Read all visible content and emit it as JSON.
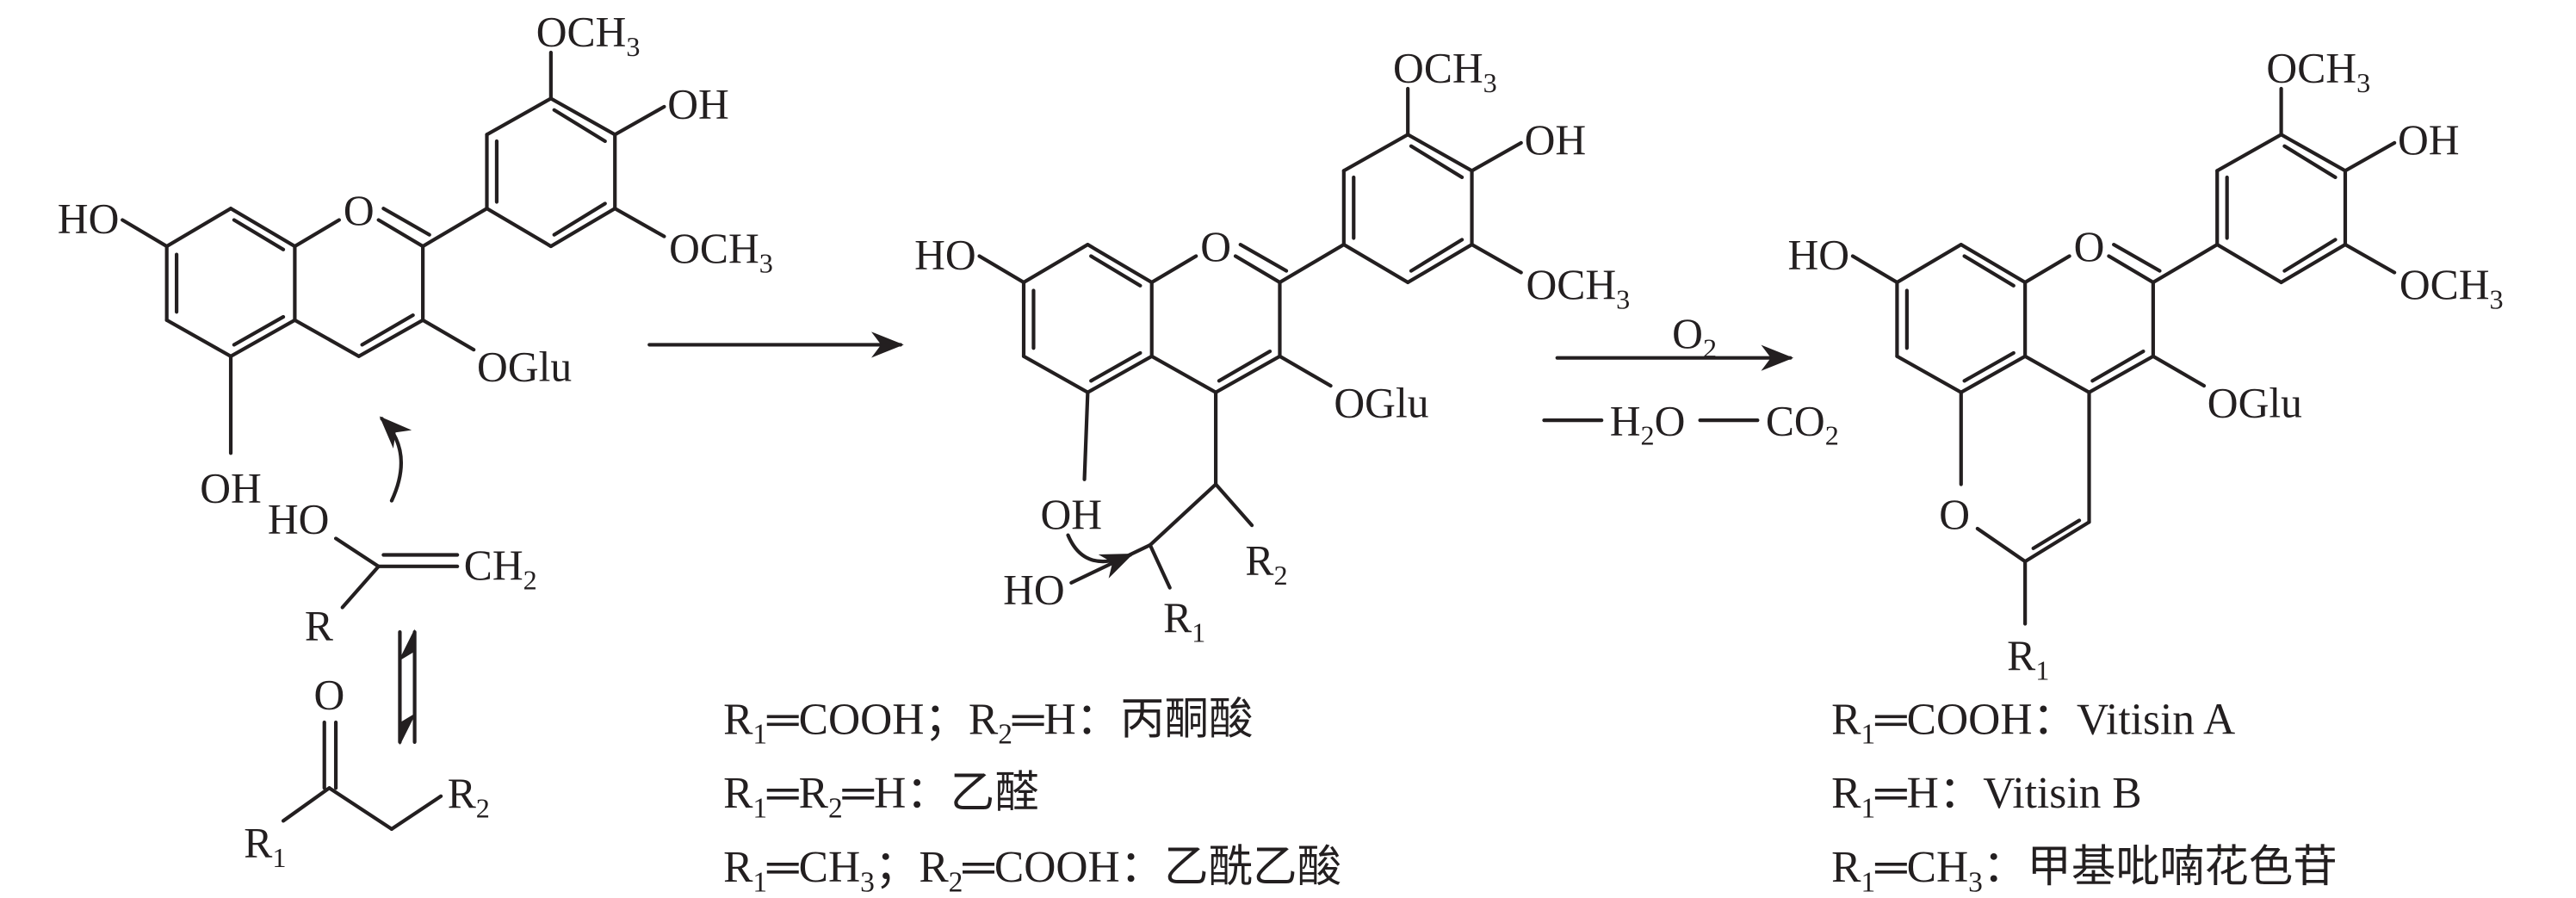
{
  "labels": {
    "och3": [
      "OCH",
      "3"
    ],
    "oh": [
      "OH"
    ],
    "ho": [
      "HO"
    ],
    "o": [
      "O"
    ],
    "oglu": [
      "OGlu"
    ],
    "ch2": [
      "CH",
      "2"
    ],
    "r": [
      "R"
    ],
    "r1": [
      "R",
      "1"
    ],
    "r2": [
      "R",
      "2"
    ]
  },
  "reagents": {
    "o2": [
      "O",
      "2"
    ],
    "h2o": [
      "H",
      "2",
      "O"
    ],
    "co2": [
      "CO",
      "2"
    ]
  },
  "legend_intermediate": [
    [
      "R",
      "1",
      "═COOH；R",
      "2",
      "═H：丙酮酸"
    ],
    [
      "R",
      "1",
      "═R",
      "2",
      "═H：乙醛"
    ],
    [
      "R",
      "1",
      "═CH",
      "3",
      "；R",
      "2",
      "═COOH：乙酰乙酸"
    ]
  ],
  "legend_product": [
    [
      "R",
      "1",
      "═COOH：Vitisin A"
    ],
    [
      "R",
      "1",
      "═H：Vitisin B"
    ],
    [
      "R",
      "1",
      "═CH",
      "3",
      "：甲基吡喃花色苷"
    ]
  ]
}
